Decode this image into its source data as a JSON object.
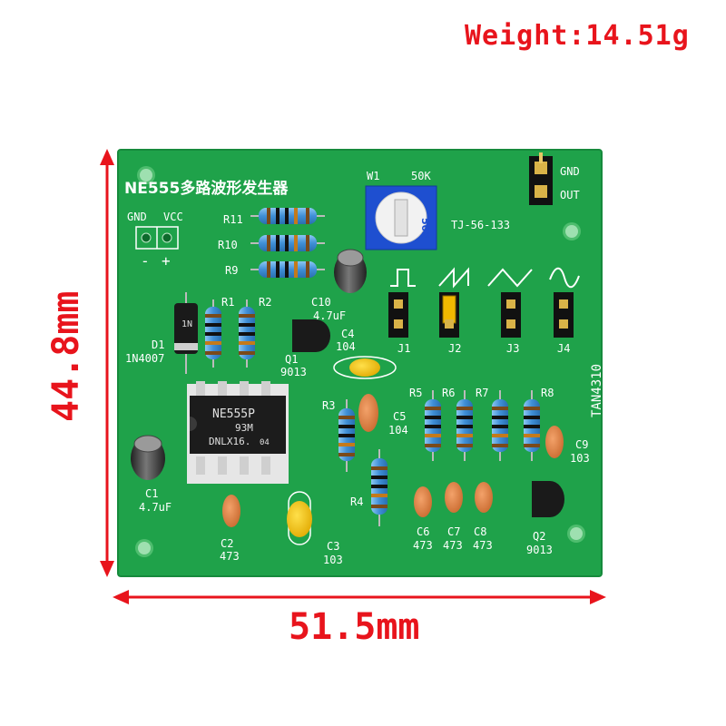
{
  "weight_text": "Weight:14.51g",
  "width_text": "51.5mm",
  "height_text": "44.8mm",
  "board": {
    "title": "NE555多路波形发生器",
    "model": "TAN4310",
    "pot_label": "W1",
    "pot_value": "50K",
    "pot_code": "TJ-56-133",
    "pot_marking": "503",
    "out_gnd": "GND",
    "out_out": "OUT",
    "pwr_gnd": "GND",
    "pwr_vcc": "VCC",
    "pwr_minus": "-",
    "pwr_plus": "+",
    "ic_line1": "NE555P",
    "ic_line2": "93M",
    "ic_line3": "DNLX16.",
    "ic_line3b": "04",
    "diode_mark": "1N",
    "labels": {
      "r11": "R11",
      "r10": "R10",
      "r9": "R9",
      "r1": "R1",
      "r2": "R2",
      "d1": "D1",
      "d1_part": "1N4007",
      "q1": "Q1",
      "q1_part": "9013",
      "c10": "C10",
      "c10_val": "4.7uF",
      "c4": "C4",
      "c4_val": "104",
      "c5": "C5",
      "c5_val": "104",
      "r3": "R3",
      "r4": "R4",
      "r5": "R5",
      "r6": "R6",
      "r7": "R7",
      "r8": "R8",
      "c9": "C9",
      "c9_val": "103",
      "c1": "C1",
      "c1_val": "4.7uF",
      "c2": "C2",
      "c2_val": "473",
      "c3": "C3",
      "c3_val": "103",
      "c6": "C6",
      "c6_val": "473",
      "c7": "C7",
      "c7_val": "473",
      "c8": "C8",
      "c8_val": "473",
      "q2": "Q2",
      "q2_part": "9013",
      "j1": "J1",
      "j2": "J2",
      "j3": "J3",
      "j4": "J4"
    }
  },
  "colors": {
    "board": "#1fa24a",
    "dimension": "#e8141c",
    "resistor": "#3f8fd6"
  }
}
